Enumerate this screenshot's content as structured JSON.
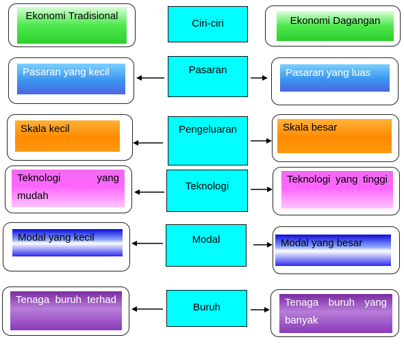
{
  "headers": {
    "left": "Ekonomi Tradisional",
    "center": "Ciri-ciri",
    "right": "Ekonomi Dagangan"
  },
  "rows": [
    {
      "category": "Pasaran",
      "left": "Pasaran yang kecil",
      "right": "Pasaran yang luas"
    },
    {
      "category": "Pengeluaran",
      "left": "Skala kecil",
      "right": "Skala besar"
    },
    {
      "category": "Teknologi",
      "left": "Teknologi yang mudah",
      "right": "Teknologi yang tinggi"
    },
    {
      "category": "Modal",
      "left": "Modal yang kecil",
      "right": "Modal yang besar"
    },
    {
      "category": "Buruh",
      "left": "Tenaga buruh terhad",
      "right": "Tenaga buruh yang banyak"
    }
  ],
  "colors": {
    "center_fill": "#00ffff",
    "header_fill": "green gradient",
    "pasaran_fill": "blue gradient",
    "pengeluaran_fill": "orange gradient",
    "teknologi_fill": "pink gradient",
    "modal_fill": "navy-white gradient",
    "buruh_fill": "purple gradient"
  }
}
